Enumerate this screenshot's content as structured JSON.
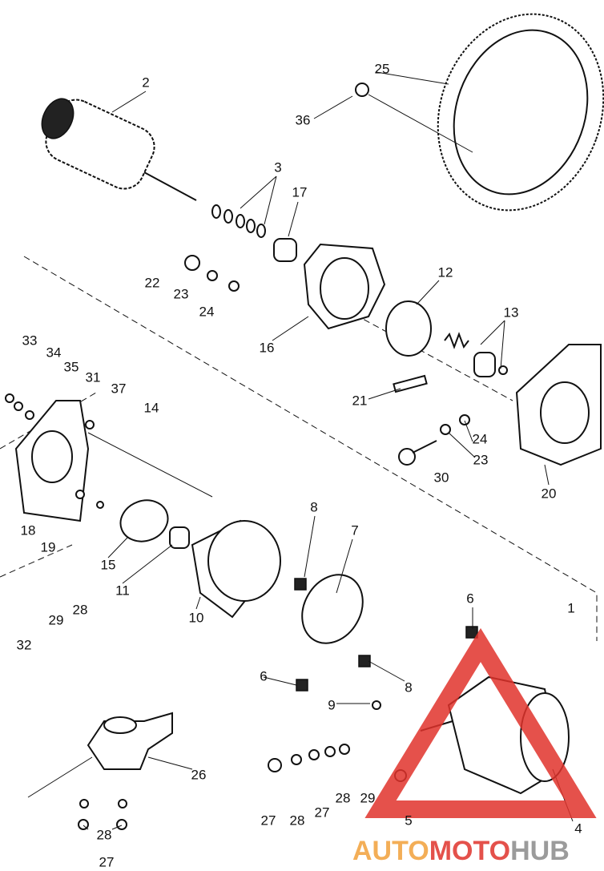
{
  "diagram": {
    "labels": [
      "2",
      "25",
      "36",
      "3",
      "17",
      "22",
      "23",
      "24",
      "12",
      "16",
      "13",
      "33",
      "34",
      "35",
      "31",
      "37",
      "14",
      "21",
      "24",
      "23",
      "30",
      "20",
      "8",
      "7",
      "18",
      "19",
      "15",
      "11",
      "28",
      "29",
      "10",
      "6",
      "32",
      "6",
      "9",
      "8",
      "1",
      "26",
      "27",
      "28",
      "27",
      "28",
      "29",
      "5",
      "4",
      "28",
      "27"
    ]
  },
  "watermark": {
    "part1": "AUTO",
    "part2": "MOTO",
    "part3": "HUB",
    "color_red": "#e0332c",
    "color_orange": "#f2a03a",
    "color_gray": "#8a8a8a"
  }
}
